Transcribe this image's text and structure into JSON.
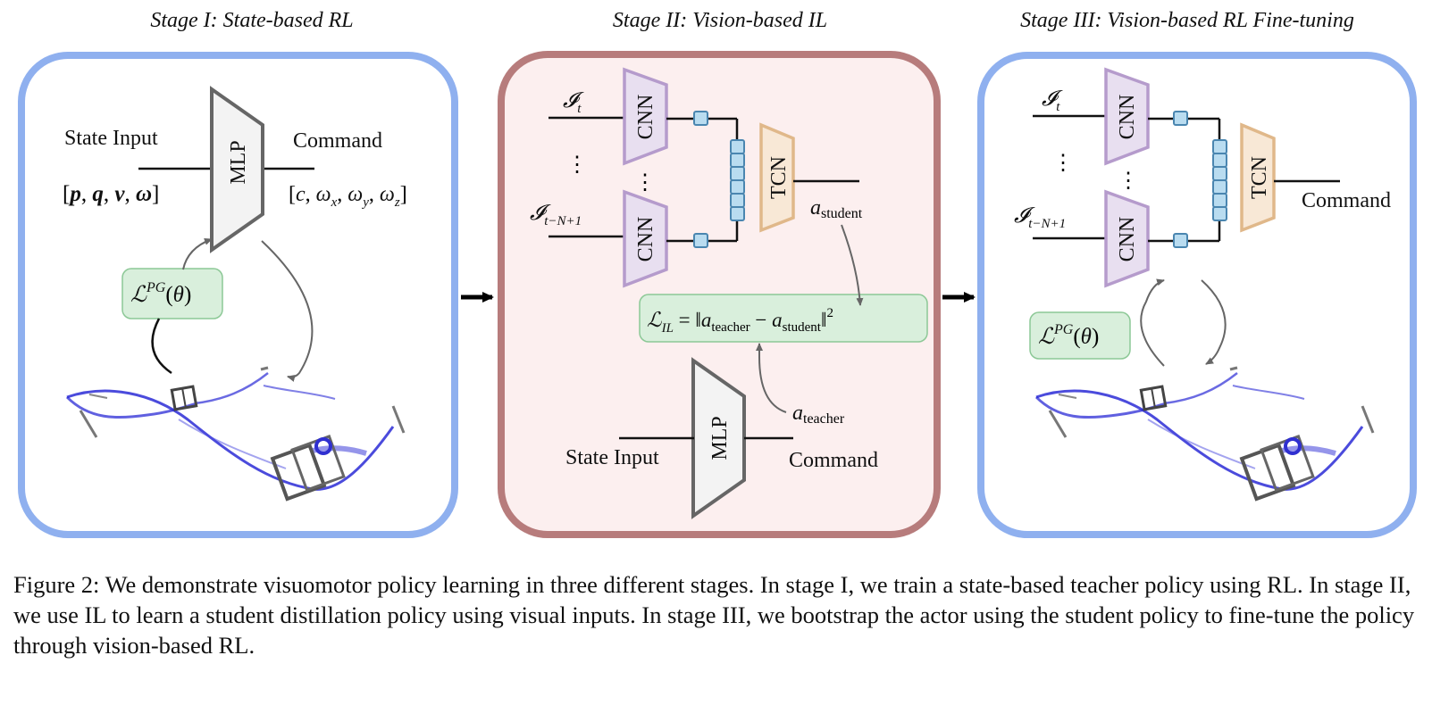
{
  "stages": [
    {
      "title": "Stage I: State-based RL"
    },
    {
      "title": "Stage II: Vision-based IL"
    },
    {
      "title": "Stage III: Vision-based RL Fine-tuning"
    }
  ],
  "stage1": {
    "state_input": "State Input",
    "command": "Command",
    "mlp": "MLP",
    "state_vector": "[p, q, v, ω]",
    "command_vector": "[c, ωx, ωy, ωz]",
    "loss": "ℒPG(θ)"
  },
  "stage2": {
    "image_t": "𝓘t",
    "image_tn": "𝓘t−N+1",
    "dots": "⋮",
    "cnn": "CNN",
    "tcn": "TCN",
    "a_student": "astudent",
    "a_teacher": "ateacher",
    "loss": "ℒIL = ‖ateacher − astudent‖2",
    "mlp": "MLP",
    "state_input": "State Input",
    "command": "Command"
  },
  "stage3": {
    "image_t": "𝓘t",
    "image_tn": "𝓘t−N+1",
    "cnn": "CNN",
    "tcn": "TCN",
    "command": "Command",
    "loss": "ℒPG(θ)"
  },
  "colors": {
    "rl_box_border": "#8fb0ef",
    "il_box_border": "#b77c7c",
    "il_box_fill": "#fcefef",
    "cnn_fill": "#e8dff0",
    "cnn_border": "#b59bcc",
    "tcn_fill": "#f8e8d6",
    "tcn_border": "#e0b88a",
    "mlp_fill": "#f3f3f3",
    "mlp_border": "#666666",
    "loss_fill": "#d9efdc",
    "loss_border": "#8cc896",
    "feature_fill": "#b9dcf0",
    "feature_border": "#4a86b0",
    "trajectory": "#2b2bd6"
  },
  "caption": "Figure 2: We demonstrate visuomotor policy learning in three different stages. In stage I, we train a state-based teacher policy using RL. In stage II, we use IL to learn a student distillation policy using visual inputs. In stage III, we bootstrap the actor using the student policy to fine-tune the policy through vision-based RL."
}
